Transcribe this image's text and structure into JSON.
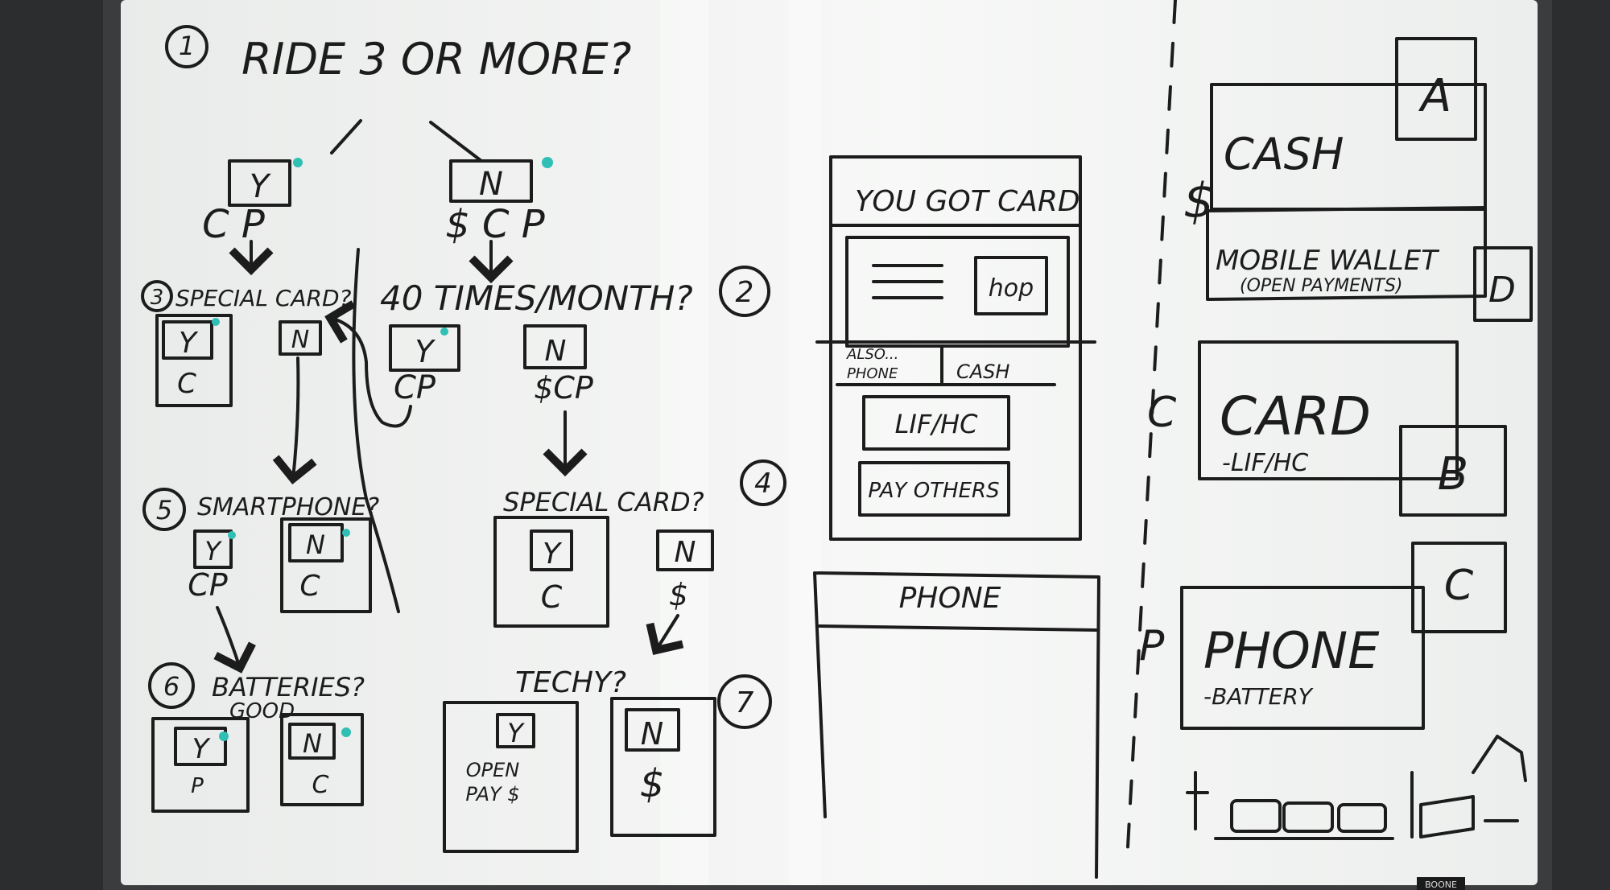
{
  "decision_tree": {
    "q1": {
      "number": "1",
      "label": "RIDE 3 OR MORE?"
    },
    "branch_y": {
      "answer": "Y",
      "result": "C P"
    },
    "branch_n": {
      "answer": "N",
      "result": "$ C P"
    },
    "q2": {
      "number": "2",
      "label": "40 TIMES/MONTH?"
    },
    "q2_y": {
      "answer": "Y",
      "result": "CP"
    },
    "q2_n": {
      "answer": "N",
      "result": "$CP"
    },
    "q3": {
      "number": "3",
      "label": "SPECIAL CARD?"
    },
    "q3_y": {
      "answer": "Y",
      "result": "C"
    },
    "q3_n": {
      "answer": "N"
    },
    "q4": {
      "number": "4",
      "label": "SPECIAL CARD?"
    },
    "q4_y": {
      "answer": "Y",
      "result": "C"
    },
    "q4_n": {
      "answer": "N",
      "result": "$"
    },
    "q5": {
      "number": "5",
      "label": "SMARTPHONE?"
    },
    "q5_y": {
      "answer": "Y",
      "result": "CP"
    },
    "q5_n": {
      "answer": "N",
      "result": "C"
    },
    "q6": {
      "number": "6",
      "label": "BATTERIES?",
      "sublabel": "GOOD"
    },
    "q6_y": {
      "answer": "Y",
      "result": "P"
    },
    "q6_n": {
      "answer": "N",
      "result": "C"
    },
    "q7": {
      "number": "7",
      "label": "TECHY?"
    },
    "q7_y": {
      "answer": "Y",
      "result_line1": "OPEN",
      "result_line2": "PAY $"
    },
    "q7_n": {
      "answer": "N",
      "result": "$"
    }
  },
  "card_screen": {
    "title": "YOU GOT CARD",
    "button_hop": "hop",
    "also_label": "ALSO...",
    "tab_phone": "PHONE",
    "tab_cash": "CASH",
    "button_lif": "LIF/HC",
    "button_pay": "PAY OTHERS"
  },
  "phone_screen": {
    "title": "PHONE"
  },
  "payment_options": {
    "cash": {
      "side_label": "$",
      "title": "CASH",
      "tag": "A"
    },
    "wallet": {
      "title": "MOBILE WALLET",
      "subtitle": "(OPEN PAYMENTS)",
      "tag": "D"
    },
    "card": {
      "side_label": "C",
      "title": "CARD",
      "subtitle": "-LIF/HC",
      "tag": "B"
    },
    "phone": {
      "side_label": "P",
      "title": "PHONE",
      "subtitle": "-BATTERY",
      "tag": "C"
    }
  },
  "brand": "BOONE",
  "colors": {
    "marker": "#1c1c1c",
    "teal_dot": "#2fbfb4",
    "board": "#f1f2f0",
    "frame": "#2b2d2f"
  }
}
